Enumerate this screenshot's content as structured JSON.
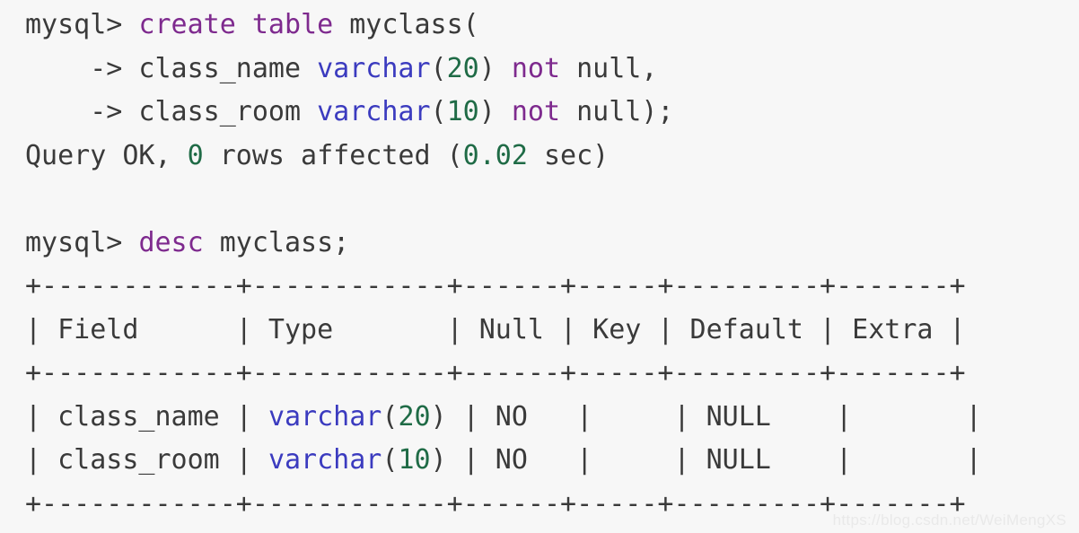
{
  "terminal": {
    "background_color": "#f7f7f7",
    "foreground_color": "#3a3a3a",
    "colors": {
      "keyword": "#7e2a8e",
      "type": "#3b3bbf",
      "constant": "#1b1b9c",
      "number": "#1f6b46",
      "plain": "#3a3a3a"
    },
    "watermark": "https://blog.csdn.net/WeiMengXS",
    "lines": [
      {
        "id": "line-1",
        "kind": "prompt",
        "text": "mysql> create table myclass(",
        "tokens": [
          {
            "t": "mysql> ",
            "c": "plain"
          },
          {
            "t": "create table",
            "c": "keyword"
          },
          {
            "t": " myclass(",
            "c": "plain"
          }
        ]
      },
      {
        "id": "line-2",
        "kind": "continuation",
        "text": "    -> class_name varchar(20) not null,",
        "tokens": [
          {
            "t": "    -> class_name ",
            "c": "plain"
          },
          {
            "t": "varchar",
            "c": "type"
          },
          {
            "t": "(",
            "c": "plain"
          },
          {
            "t": "20",
            "c": "number"
          },
          {
            "t": ") ",
            "c": "plain"
          },
          {
            "t": "not",
            "c": "keyword"
          },
          {
            "t": " ",
            "c": "plain"
          },
          {
            "t": "null",
            "c": "constant"
          },
          {
            "t": ",",
            "c": "plain"
          }
        ]
      },
      {
        "id": "line-3",
        "kind": "continuation",
        "text": "    -> class_room varchar(10) not null);",
        "tokens": [
          {
            "t": "    -> class_room ",
            "c": "plain"
          },
          {
            "t": "varchar",
            "c": "type"
          },
          {
            "t": "(",
            "c": "plain"
          },
          {
            "t": "10",
            "c": "number"
          },
          {
            "t": ") ",
            "c": "plain"
          },
          {
            "t": "not",
            "c": "keyword"
          },
          {
            "t": " ",
            "c": "plain"
          },
          {
            "t": "null",
            "c": "constant"
          },
          {
            "t": ");",
            "c": "plain"
          }
        ]
      },
      {
        "id": "line-4",
        "kind": "status",
        "text": "Query OK, 0 rows affected (0.02 sec)",
        "tokens": [
          {
            "t": "Query OK, ",
            "c": "plain"
          },
          {
            "t": "0",
            "c": "number"
          },
          {
            "t": " rows affected (",
            "c": "plain"
          },
          {
            "t": "0.02",
            "c": "number"
          },
          {
            "t": " sec)",
            "c": "plain"
          }
        ]
      },
      {
        "id": "line-5",
        "kind": "blank",
        "text": "",
        "tokens": []
      },
      {
        "id": "line-6",
        "kind": "prompt",
        "text": "mysql> desc myclass;",
        "tokens": [
          {
            "t": "mysql> ",
            "c": "plain"
          },
          {
            "t": "desc",
            "c": "keyword"
          },
          {
            "t": " myclass;",
            "c": "plain"
          }
        ]
      },
      {
        "id": "line-7",
        "kind": "rule",
        "text": "+------------+------------+------+-----+---------+-------+",
        "tokens": [
          {
            "t": "+------------+------------+------+-----+---------+-------+",
            "c": "plain"
          }
        ]
      },
      {
        "id": "line-8",
        "kind": "header",
        "text": "| Field      | Type       | Null | Key | Default | Extra |",
        "tokens": [
          {
            "t": "| Field      | Type       | ",
            "c": "plain"
          },
          {
            "t": "Null",
            "c": "constant"
          },
          {
            "t": " | Key | Default | Extra |",
            "c": "plain"
          }
        ]
      },
      {
        "id": "line-9",
        "kind": "rule",
        "text": "+------------+------------+------+-----+---------+-------+",
        "tokens": [
          {
            "t": "+------------+------------+------+-----+---------+-------+",
            "c": "plain"
          }
        ]
      },
      {
        "id": "line-10",
        "kind": "row",
        "text": "| class_name | varchar(20) | NO   |     | NULL    |       |",
        "tokens": [
          {
            "t": "| class_name | ",
            "c": "plain"
          },
          {
            "t": "varchar",
            "c": "type"
          },
          {
            "t": "(",
            "c": "plain"
          },
          {
            "t": "20",
            "c": "number"
          },
          {
            "t": ") | NO   |     | ",
            "c": "plain"
          },
          {
            "t": "NULL",
            "c": "constant"
          },
          {
            "t": "    |       |",
            "c": "plain"
          }
        ]
      },
      {
        "id": "line-11",
        "kind": "row",
        "text": "| class_room | varchar(10) | NO   |     | NULL    |       |",
        "tokens": [
          {
            "t": "| class_room | ",
            "c": "plain"
          },
          {
            "t": "varchar",
            "c": "type"
          },
          {
            "t": "(",
            "c": "plain"
          },
          {
            "t": "10",
            "c": "number"
          },
          {
            "t": ") | NO   |     | ",
            "c": "plain"
          },
          {
            "t": "NULL",
            "c": "constant"
          },
          {
            "t": "    |       |",
            "c": "plain"
          }
        ]
      },
      {
        "id": "line-12",
        "kind": "rule",
        "text": "+------------+------------+------+-----+---------+-------+",
        "tokens": [
          {
            "t": "+------------+------------+------+-----+---------+-------+",
            "c": "plain"
          }
        ]
      }
    ]
  },
  "result_table": {
    "columns": [
      "Field",
      "Type",
      "Null",
      "Key",
      "Default",
      "Extra"
    ],
    "rows": [
      [
        "class_name",
        "varchar(20)",
        "NO",
        "",
        "NULL",
        ""
      ],
      [
        "class_room",
        "varchar(10)",
        "NO",
        "",
        "NULL",
        ""
      ]
    ]
  },
  "statements": {
    "create_table": "create table myclass(class_name varchar(20) not null, class_room varchar(10) not null);",
    "describe": "desc myclass;",
    "result_status": "Query OK, 0 rows affected (0.02 sec)",
    "table_name": "myclass",
    "rows_affected": "0",
    "elapsed_seconds": "0.02"
  }
}
